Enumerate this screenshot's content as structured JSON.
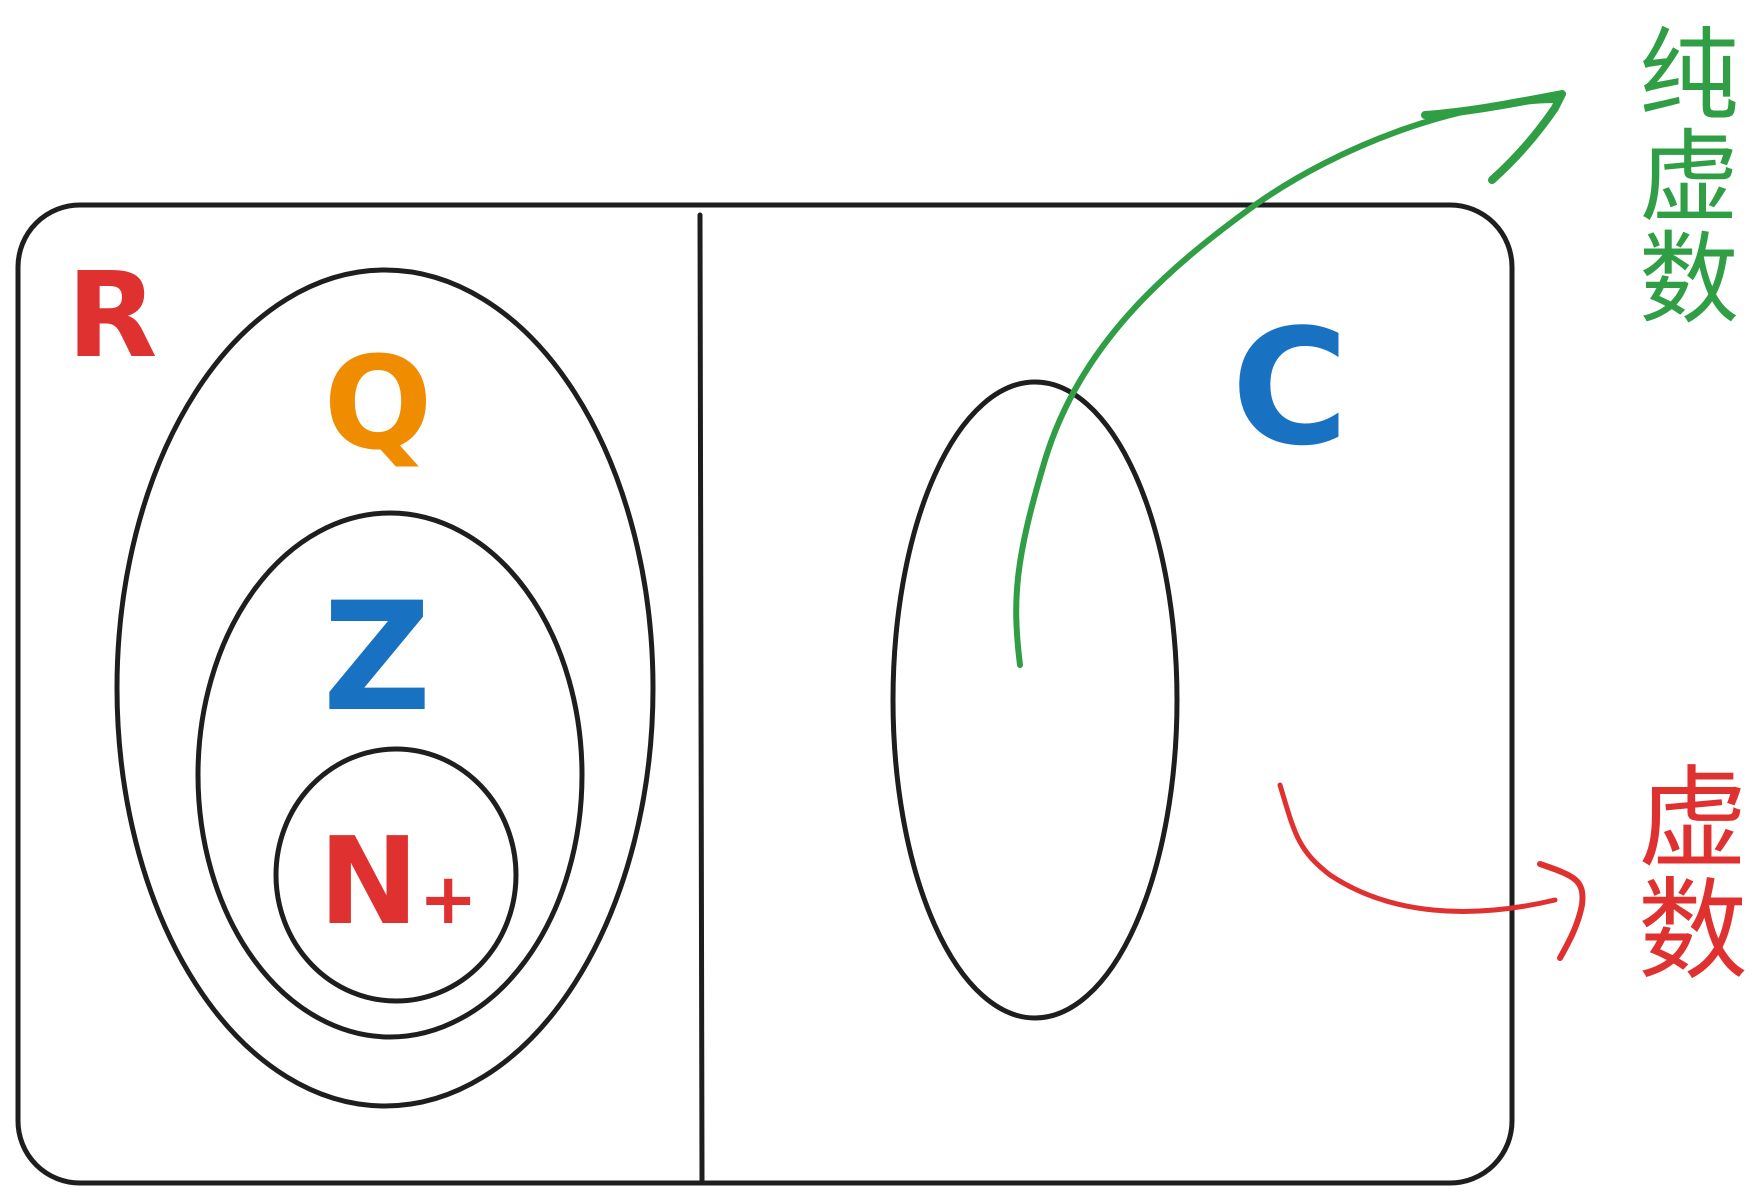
{
  "labels": {
    "real": "R",
    "rational": "Q",
    "integer": "Z",
    "natural": "N",
    "natural_sub": "+",
    "complex": "C",
    "pure_imaginary": "纯虚数",
    "imaginary": "虚数"
  },
  "colors": {
    "outline": "#1e1e1e",
    "real": "#e03131",
    "rational": "#f08c00",
    "integer": "#1971c2",
    "natural": "#e03131",
    "complex": "#1971c2",
    "pure_imaginary": "#2f9e44",
    "imaginary": "#e03131"
  }
}
